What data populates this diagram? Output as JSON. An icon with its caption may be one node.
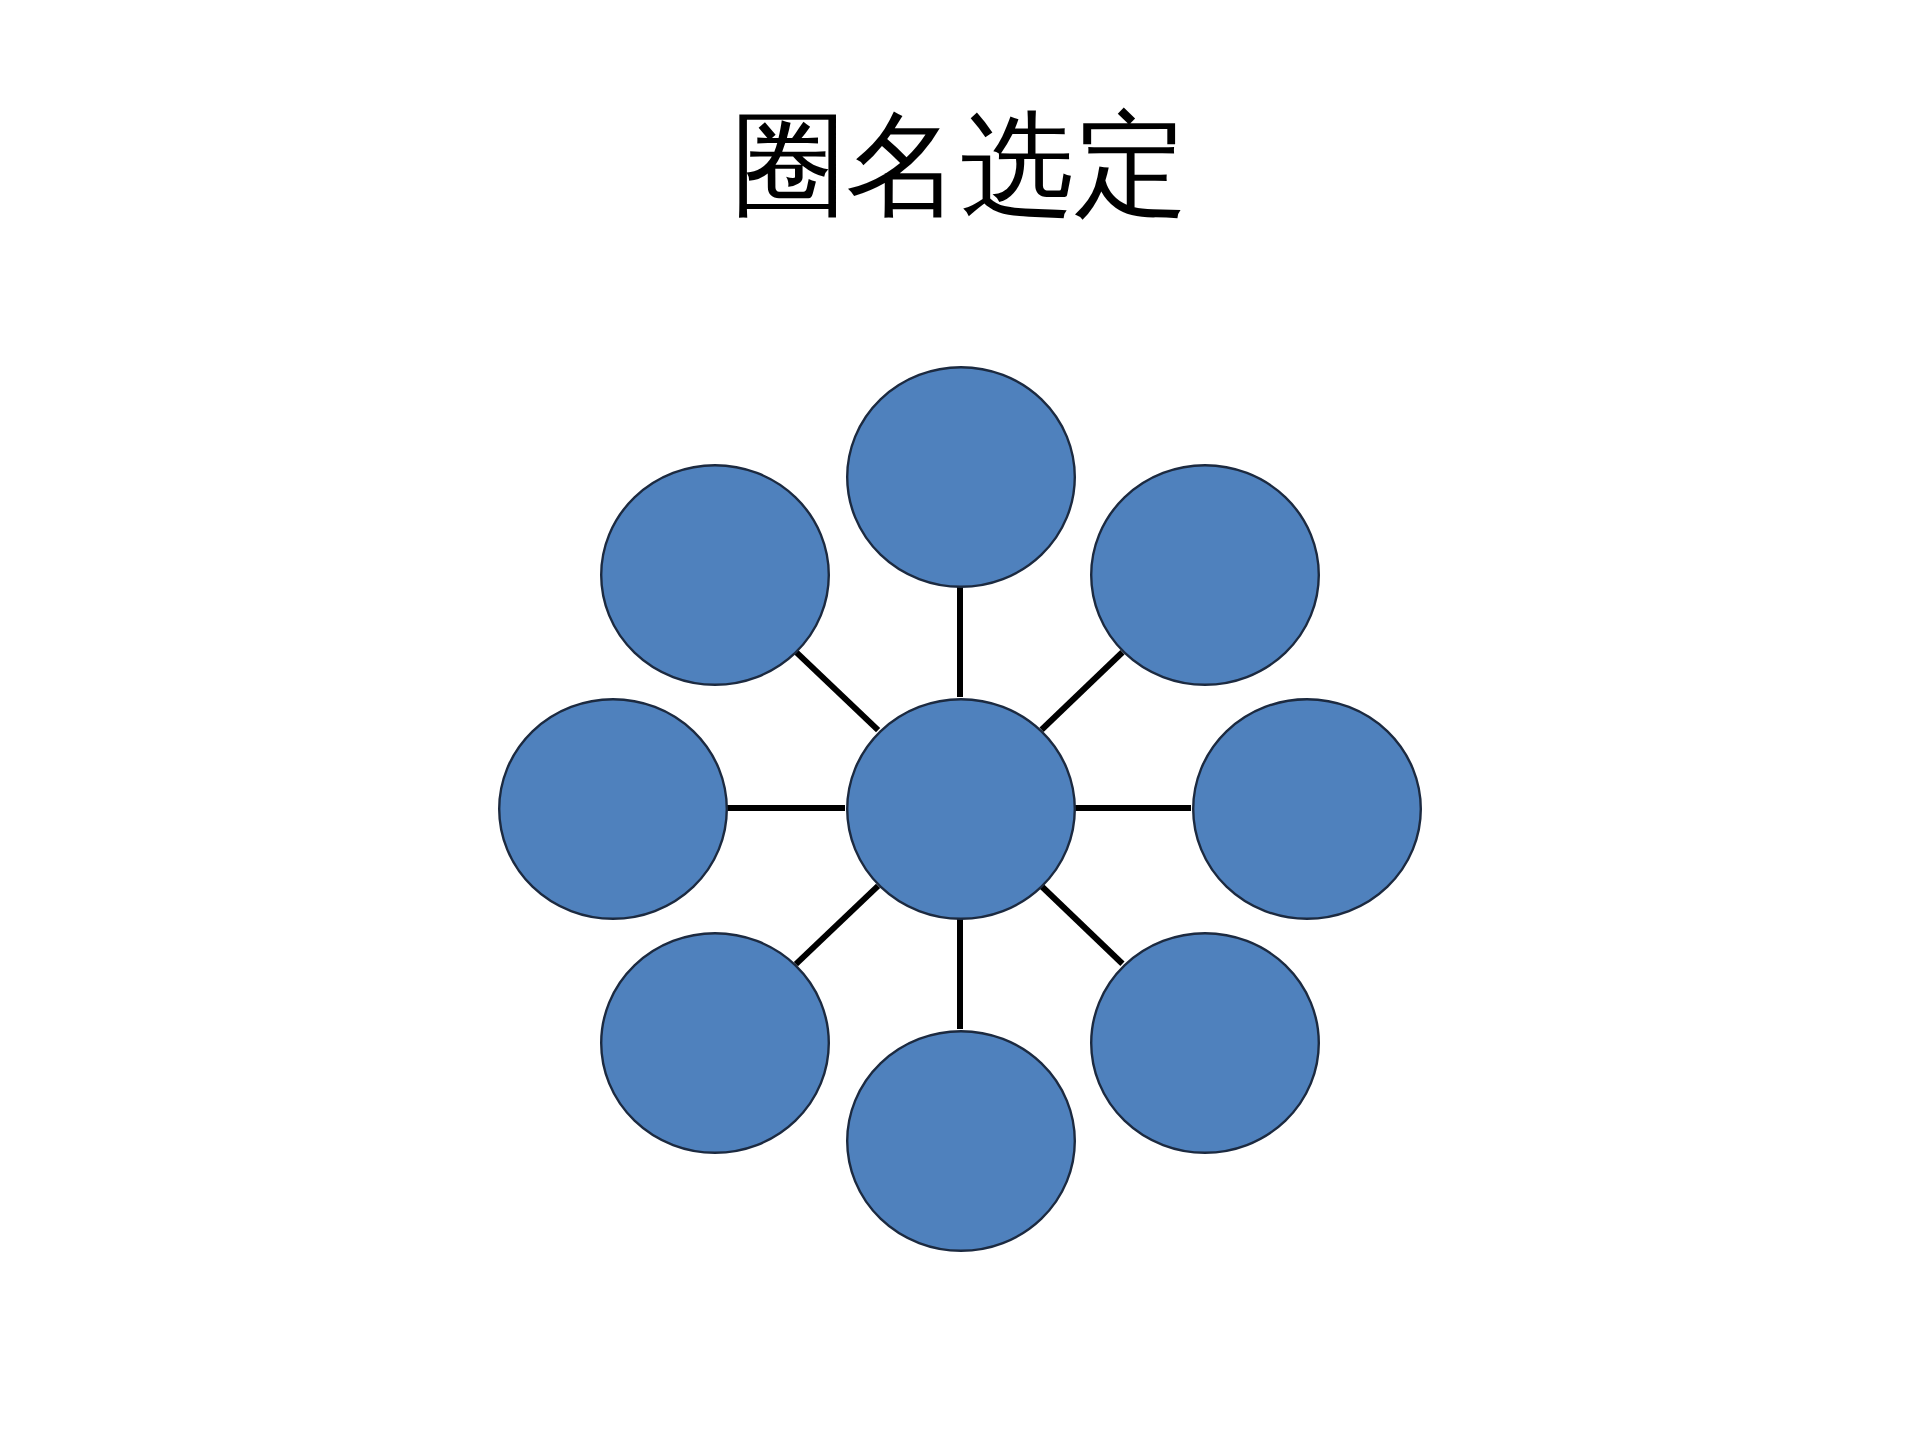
{
  "diagram": {
    "title": "圈名选定",
    "nodes": [
      {
        "text": [],
        "shape": "circle"
      },
      {
        "text": [],
        "shape": "circle"
      },
      {
        "text": [],
        "shape": "circle"
      },
      {
        "text": [],
        "shape": "circle"
      },
      {
        "text": [],
        "shape": "circle"
      },
      {
        "text": [],
        "shape": "circle"
      },
      {
        "text": [],
        "shape": "circle"
      },
      {
        "text": [],
        "shape": "circle"
      },
      {
        "text": [],
        "shape": "circle"
      }
    ],
    "edges": [
      {
        "from": 4,
        "to": 0,
        "arrow": "none"
      },
      {
        "from": 4,
        "to": 1,
        "arrow": "none"
      },
      {
        "from": 4,
        "to": 2,
        "arrow": "none"
      },
      {
        "from": 4,
        "to": 3,
        "arrow": "none"
      },
      {
        "from": 4,
        "to": 5,
        "arrow": "none"
      },
      {
        "from": 4,
        "to": 6,
        "arrow": "none"
      },
      {
        "from": 4,
        "to": 7,
        "arrow": "none"
      },
      {
        "from": 4,
        "to": 8,
        "arrow": "none"
      }
    ]
  }
}
